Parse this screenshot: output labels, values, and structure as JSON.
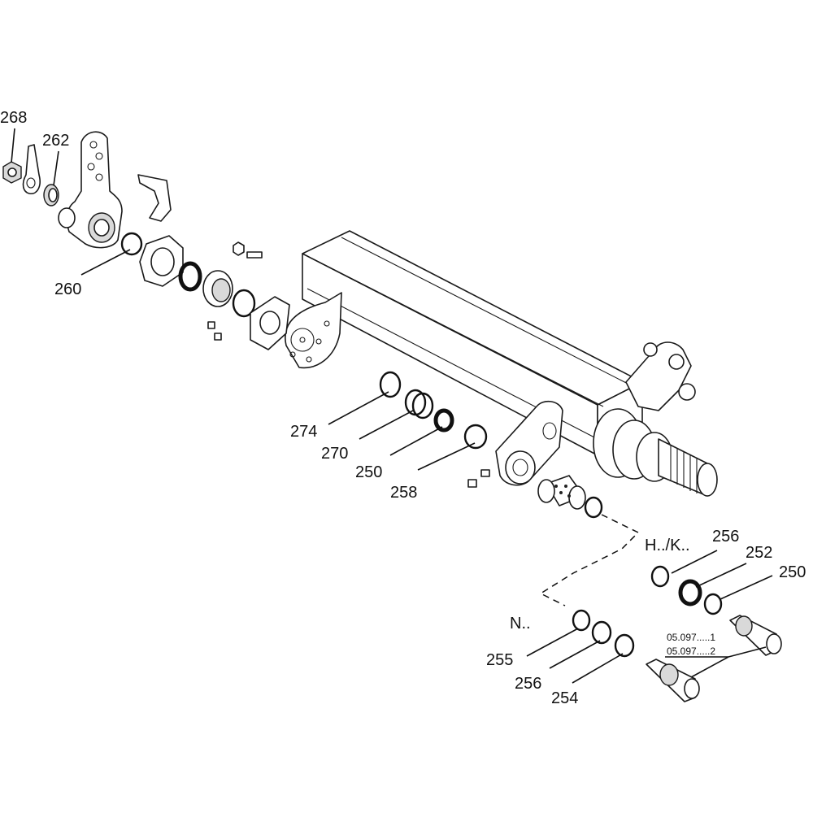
{
  "labels": {
    "p268": "268",
    "p262": "262",
    "p260": "260",
    "p274": "274",
    "p270": "270",
    "p250a": "250",
    "p258": "258",
    "hk": "H../K..",
    "p256a": "256",
    "p252": "252",
    "p250b": "250",
    "n": "N..",
    "p255": "255",
    "p256b": "256",
    "p254": "254",
    "ref1": "05.097.....1",
    "ref2": "05.097.....2"
  }
}
